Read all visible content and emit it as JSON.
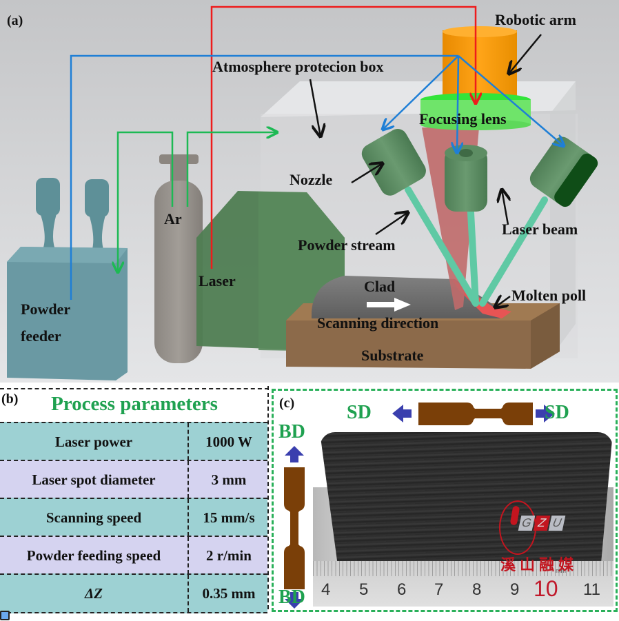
{
  "panel_a": {
    "letter": "(a)",
    "labels": {
      "robotic_arm": "Robotic arm",
      "protection_box": "Atmosphere protecion box",
      "focusing_lens": "Focusing lens",
      "nozzle": "Nozzle",
      "laser_beam": "Laser beam",
      "powder_stream": "Powder stream",
      "ar": "Ar",
      "laser": "Laser",
      "powder_feeder_line1": "Powder",
      "powder_feeder_line2": "feeder",
      "clad": "Clad",
      "molten_pool": "Molten poll",
      "scanning_direction": "Scanning direction",
      "substrate": "Substrate"
    },
    "colors": {
      "powder_line": "#1f7fd6",
      "laser_line": "#ee1c1c",
      "gas_line": "#1db954"
    }
  },
  "panel_b": {
    "letter": "(b)",
    "title": "Process parameters",
    "rows": [
      {
        "name": "Laser power",
        "value": "1000 W"
      },
      {
        "name": "Laser spot diameter",
        "value": "3 mm"
      },
      {
        "name": "Scanning speed",
        "value": "15 mm/s"
      },
      {
        "name": "Powder feeding speed",
        "value": "2 r/min"
      },
      {
        "name": "ΔZ",
        "value": "0.35 mm"
      }
    ]
  },
  "panel_c": {
    "letter": "(c)",
    "sd_left": "SD",
    "sd_right": "SD",
    "bd_top": "BD",
    "bd_bottom": "BD",
    "ruler_numbers": [
      "4",
      "5",
      "6",
      "7",
      "8",
      "9",
      "10",
      "11"
    ],
    "ruler_unit": "mm",
    "watermark_text": "GZU",
    "watermark_letters": [
      "G",
      "Z",
      "U"
    ],
    "watermark_cn": "溪山融媒"
  }
}
